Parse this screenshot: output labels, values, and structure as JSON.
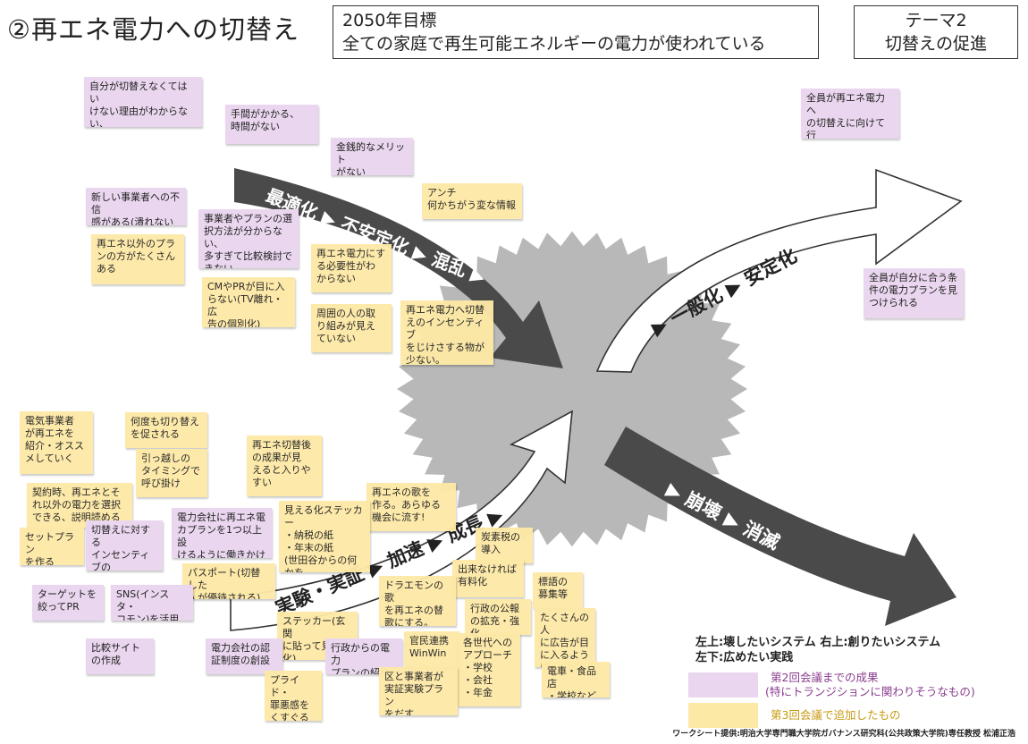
{
  "header": {
    "title": "②再エネ電力への切替え",
    "goal_line1": "2050年目標",
    "goal_line2": "全ての家庭で再生可能エネルギーの電力が使われている",
    "theme_line1": "テーマ2",
    "theme_line2": "切替えの促進"
  },
  "arrows": {
    "top_left": "最適化 ▶ 不安定化 ▶ 混乱 ▶",
    "top_right": "▶ 一般化 ▶ 安定化",
    "bottom_left": "実験・実証 ▶ 加速 ▶ 成長 ▶",
    "bottom_right": "▶ 崩壊 ▶ 消滅"
  },
  "notes": {
    "n1": "自分が切替えなくてはい\nけない理由がわからない、\nきっかけがない",
    "n2": "手間がかかる、\n時間がない",
    "n3": "金銭的なメリット\nがない",
    "n4": "全員が再エネ電力へ\nの切替えに向けて行\n動している",
    "n5": "新しい事業者への不信\n感がある(潰れないか)",
    "n6": "事業者やプランの選\n択方法が分からない、\n多すぎて比較検討で\nきない",
    "n7": "アンチ\n何かちがう変な情報",
    "n8": "再エネ以外のプラ\nンの方がたくさん\nある",
    "n9": "再エネ電力にす\nる必要性がわ\nからない",
    "n10": "全員が自分に合う条\n件の電力プランを見\nつけられる",
    "n11": "CMやPRが目に入\nらない(TV離れ・広\n告の個別化)",
    "n12": "周囲の人の取\nり組みが見え\nていない",
    "n13": "再エネ電力へ切替\nえのインセンティブ\nをじけさする物が\n少ない。",
    "n14": "電気事業者\nが再エネを\n紹介・オスス\nメしていく",
    "n15": "何度も切り替え\nを促される",
    "n16": "引っ越しの\nタイミングで\n呼び掛け",
    "n17": "再エネ切替後\nの成果が見\nえると入りや\nすい",
    "n18": "契約時、再エネとそ\nれ以外の電力を選択\nできる、説明読める",
    "n19": "再エネの歌を\n作る。あらゆる\n機会に流す!",
    "n20": "見える化ステッカー\n・納税の紙\n・年末の紙\n(世田谷からの何かを\nかえる)",
    "n21": "電力会社に再エネ電\nカプランを1つ以上設\nけるように働きかけ",
    "n22": "セットプラン\nを作る",
    "n23": "切替えに対する\nインセンティブの\n設定",
    "n24": "炭素税の\n導入",
    "n25": "パスポート(切替した\n人が優待される)",
    "n26": "出来なければ\n有料化",
    "n27": "標語の\n募集等",
    "n28": "ターゲットを\n絞ってPR",
    "n29": "SNS(インスタ・\nコモン)を活用",
    "n30": "ドラエモンの歌\nを再エネの替\n歌にする。",
    "n31": "行政の公報\nの拡充・強化",
    "n32": "たくさんの人\nに広告が目\nに入るように\nする",
    "n33": "ステッカー(玄関\nに貼って見える\n化)",
    "n34": "比較サイト\nの作成",
    "n35": "電力会社の認\n証制度の創設",
    "n36": "行政からの電力\nプランの紹介",
    "n37": "官民連携\nWinWin",
    "n38": "各世代への\nアプローチ\n・学校\n・会社\n・年金",
    "n39": "電車・食品店\n・学校など",
    "n40": "プライド・\n罪悪感を\nくすぐる",
    "n41": "区と事業者が\n実証実験プラン\nをだす"
  },
  "legend": {
    "line1": "左上:壊したいシステム 右上:創りたいシステム",
    "line2": "左下:広めたい実践",
    "purple_label_1": "第2回会議までの成果",
    "purple_label_2": "(特にトランジションに関わりそうなもの)",
    "yellow_label": "第3回会議で追加したもの"
  },
  "credit": "ワークシート提供:明治大学専門職大学院ガバナンス研究科(公共政策大学院)専任教授 松浦正浩",
  "colors": {
    "purple_note": "#ead7ef",
    "yellow_note": "#fde9a6",
    "dark_arrow": "#4a4a4a",
    "starburst": "#b8b8b8",
    "legend_purple_text": "#8a3d8f",
    "legend_yellow_text": "#c99a12"
  }
}
